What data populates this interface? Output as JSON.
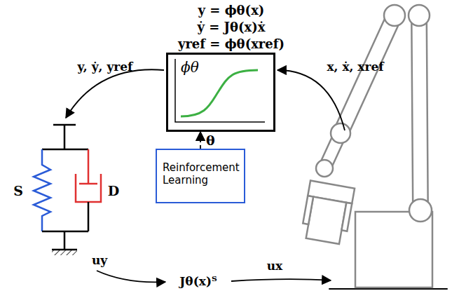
{
  "diagram": {
    "nodes": [
      {
        "text": [
          "ϕθ"
        ]
      },
      {
        "text": [
          "Reinforcement Learning"
        ]
      }
    ],
    "edges": [
      {
        "from": 1,
        "to": 0,
        "arrow": "to",
        "label": "θ"
      }
    ],
    "labels": [
      "y = ϕθ(x)",
      "ẏ = Jθ(x)ẋ",
      "yref = ϕθ(xref)",
      "y, ẏ, yref",
      "x, ẋ, xref",
      "S",
      "D",
      "uy",
      "Jθ(x)ᵀ",
      "ux"
    ]
  }
}
